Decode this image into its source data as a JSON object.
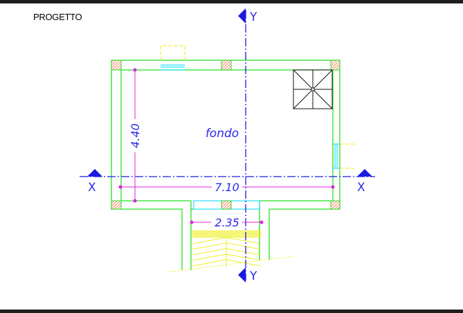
{
  "title": "PROGETTO",
  "room_label": "fondo",
  "dimensions": {
    "height": "4.40",
    "width": "7.10",
    "entrance": "2.35"
  },
  "axes": {
    "x": "X",
    "y": "Y"
  },
  "colors": {
    "walls": "#22e022",
    "axis": "#1a1ae0",
    "dimension": "#e020e0",
    "pillar": "#ff5a2a",
    "window": "#22e0ff",
    "hidden": "#f0f020"
  }
}
